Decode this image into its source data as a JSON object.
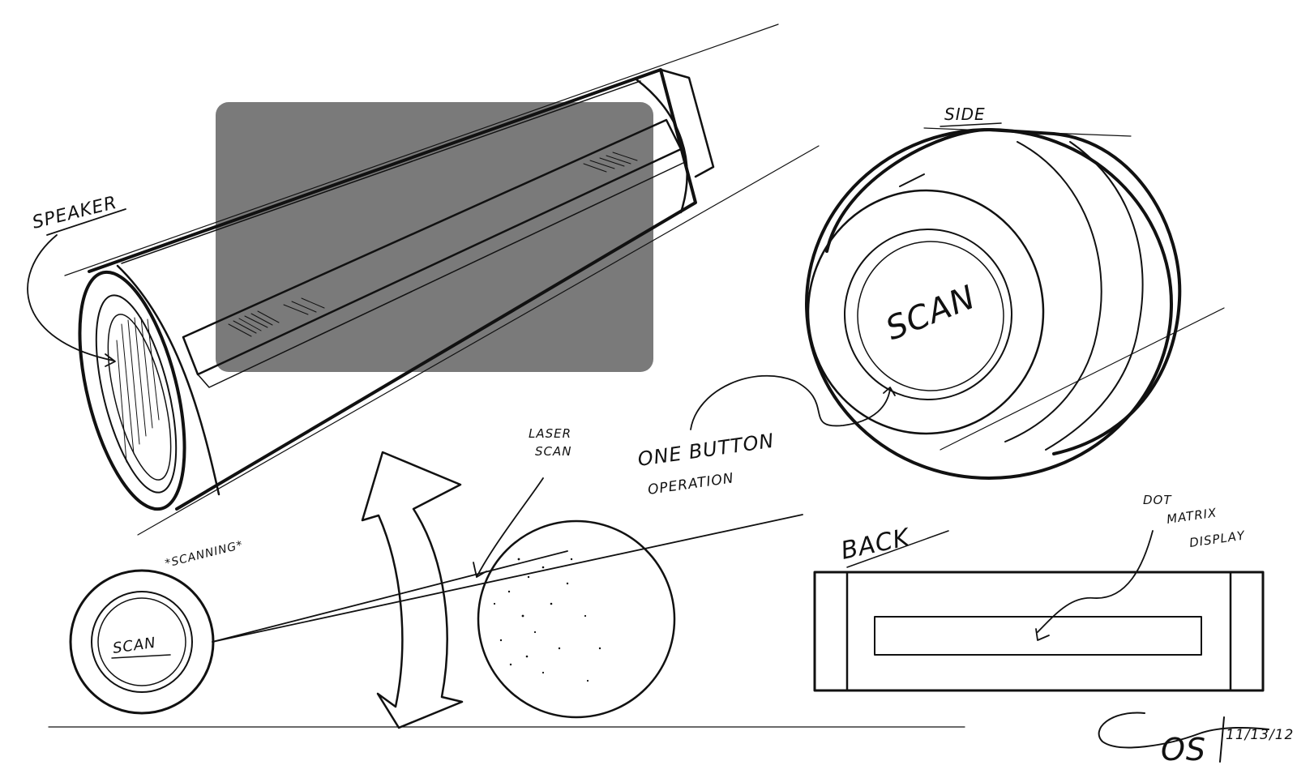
{
  "labels": {
    "speaker": "SPEAKER",
    "side": "SIDE",
    "scan_big": "SCAN",
    "one_button_1": "ONE BUTTON",
    "one_button_2": "OPERATION",
    "laser_1": "LASER",
    "laser_2": "SCAN",
    "scanning": "*SCANNING*",
    "scan_small": "SCAN",
    "back": "BACK",
    "dot_1": "DOT",
    "dot_2": "MATRIX",
    "dot_3": "DISPLAY",
    "signature": "OS",
    "date": "11/13/12"
  },
  "colors": {
    "ink": "#111111",
    "background_panel": "#7a7a7a",
    "paper": "#ffffff"
  }
}
